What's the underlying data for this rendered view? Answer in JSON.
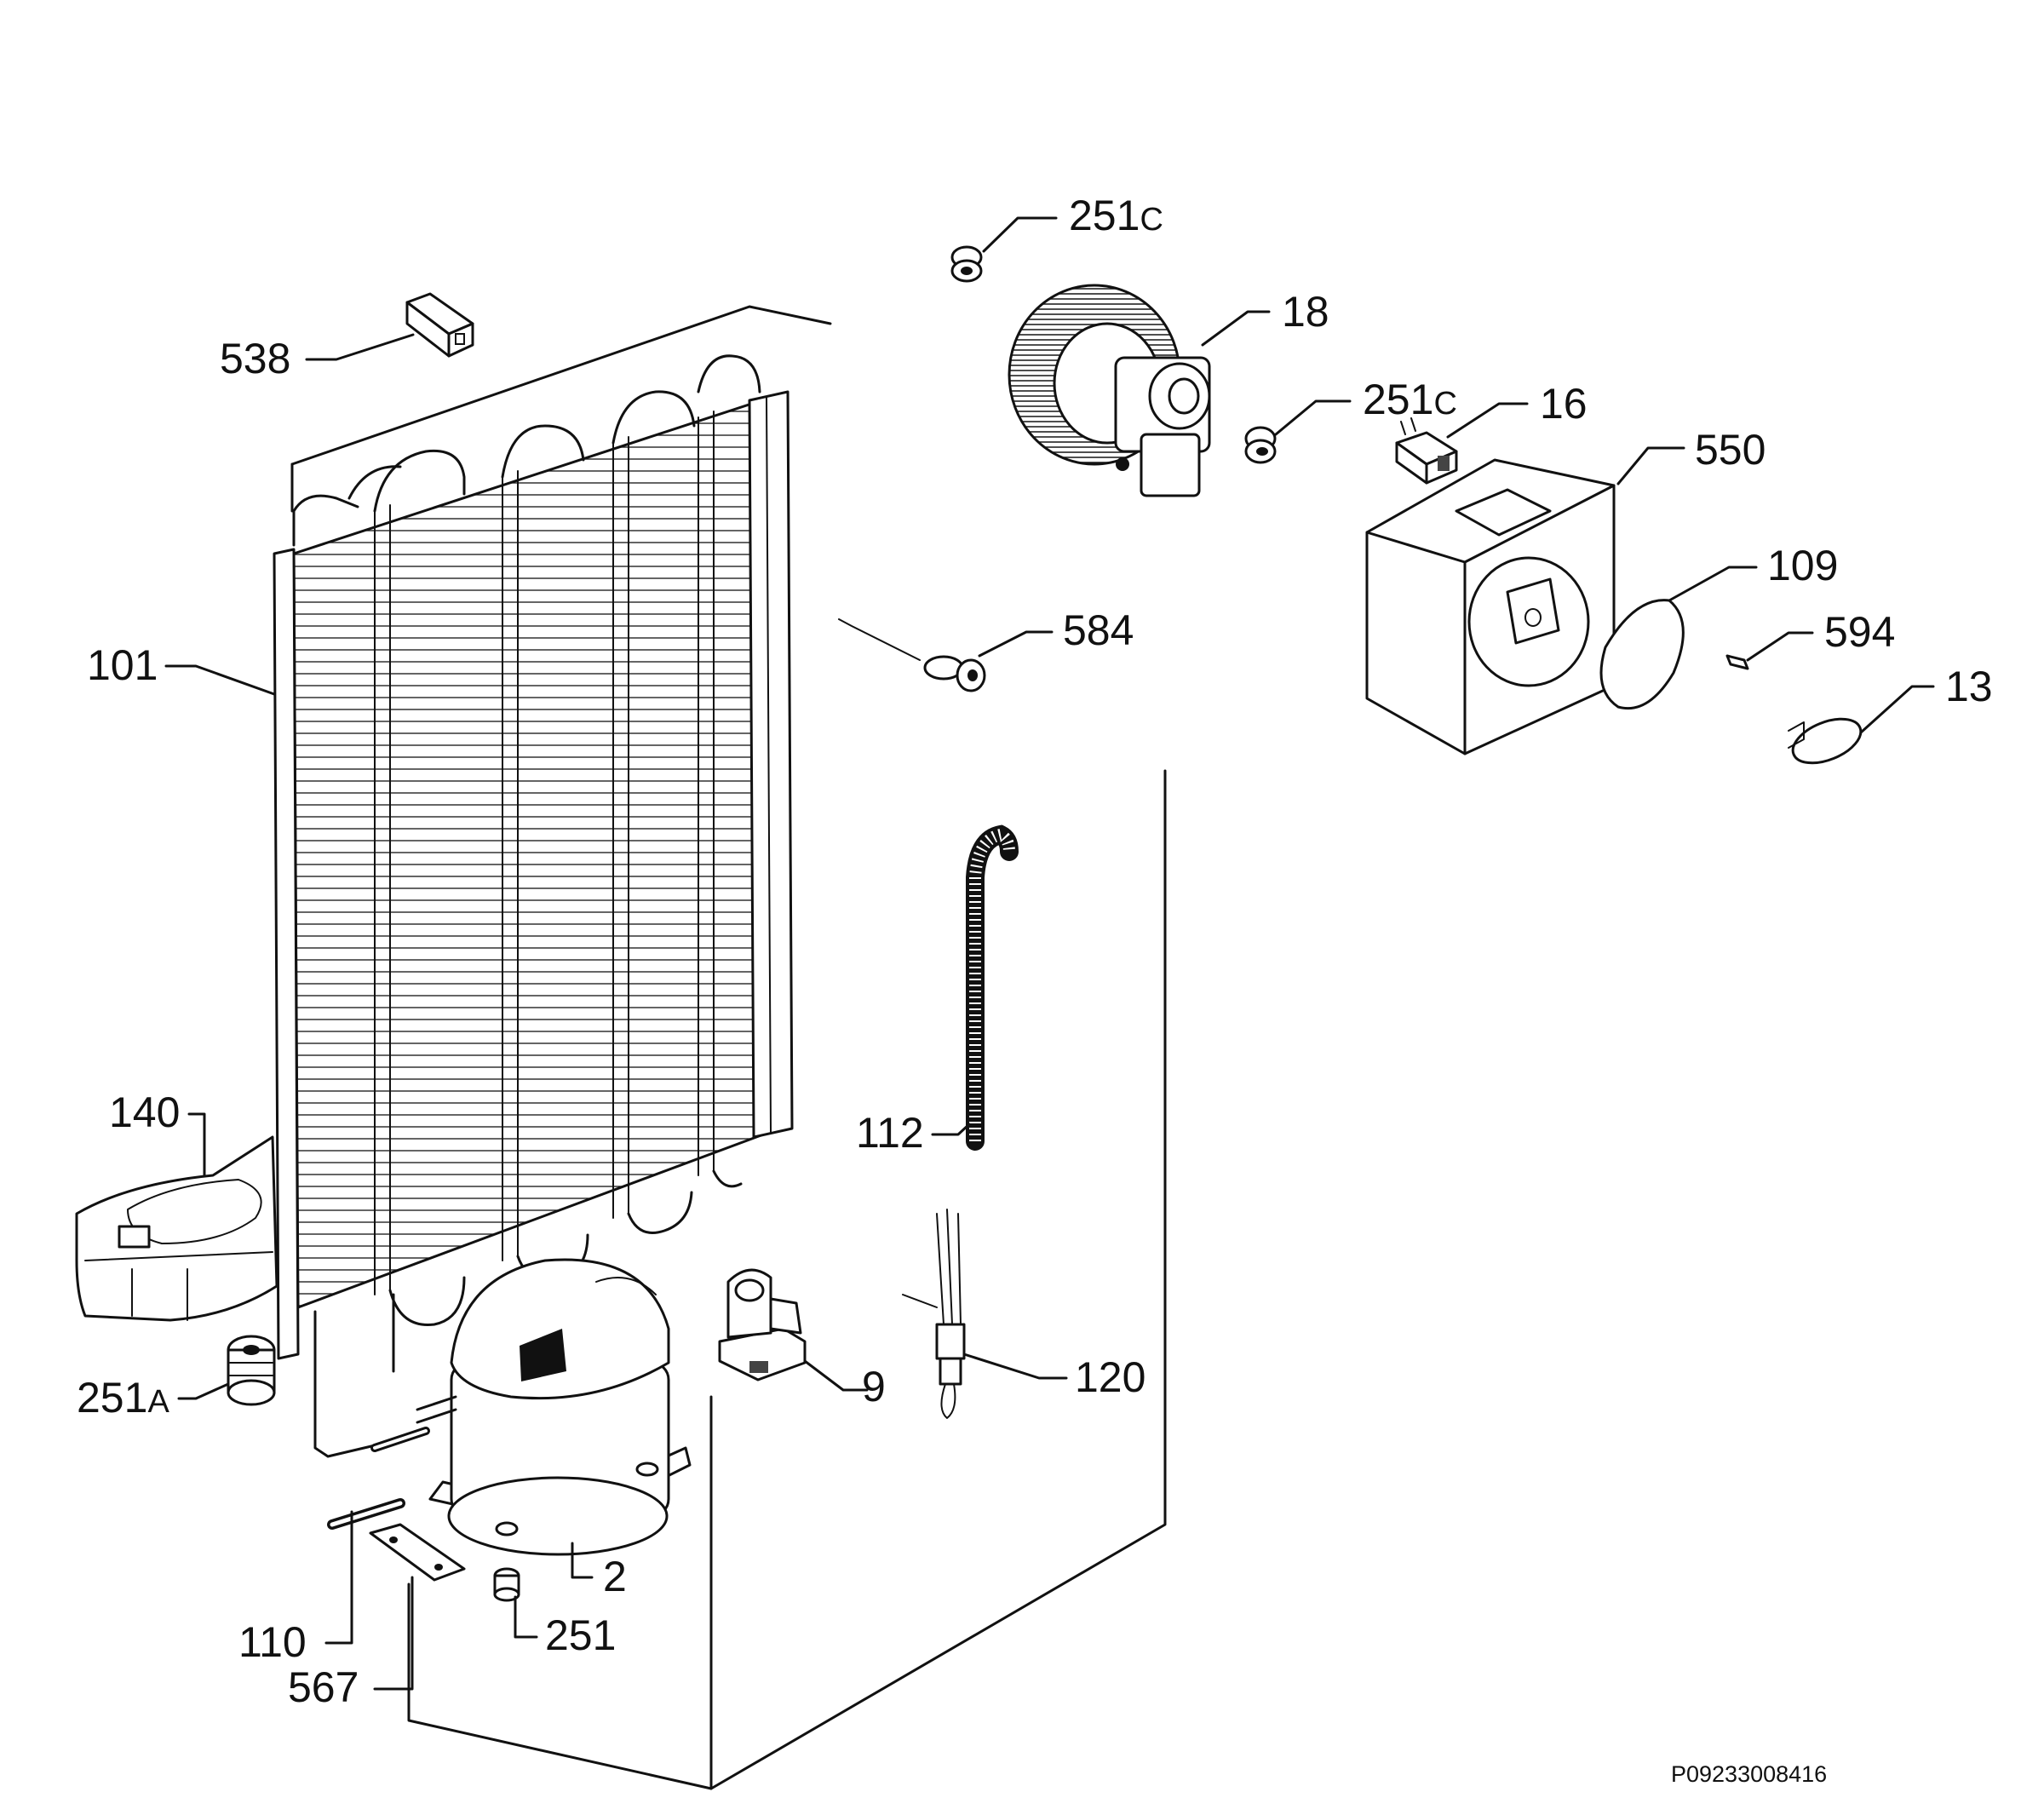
{
  "diagram": {
    "drawing_number": "P09233008416",
    "callouts": [
      {
        "id": "c538",
        "number": "538"
      },
      {
        "id": "c251c-top",
        "number": "251",
        "suffix": "C"
      },
      {
        "id": "c18",
        "number": "18"
      },
      {
        "id": "c251c-mid",
        "number": "251",
        "suffix": "C"
      },
      {
        "id": "c16",
        "number": "16"
      },
      {
        "id": "c550",
        "number": "550"
      },
      {
        "id": "c109",
        "number": "109"
      },
      {
        "id": "c594",
        "number": "594"
      },
      {
        "id": "c13",
        "number": "13"
      },
      {
        "id": "c584",
        "number": "584"
      },
      {
        "id": "c101",
        "number": "101"
      },
      {
        "id": "c112",
        "number": "112"
      },
      {
        "id": "c140",
        "number": "140"
      },
      {
        "id": "c251a",
        "number": "251",
        "suffix": "A"
      },
      {
        "id": "c9",
        "number": "9"
      },
      {
        "id": "c120",
        "number": "120"
      },
      {
        "id": "c2",
        "number": "2"
      },
      {
        "id": "c110",
        "number": "110"
      },
      {
        "id": "c251",
        "number": "251"
      },
      {
        "id": "c567",
        "number": "567"
      }
    ]
  }
}
